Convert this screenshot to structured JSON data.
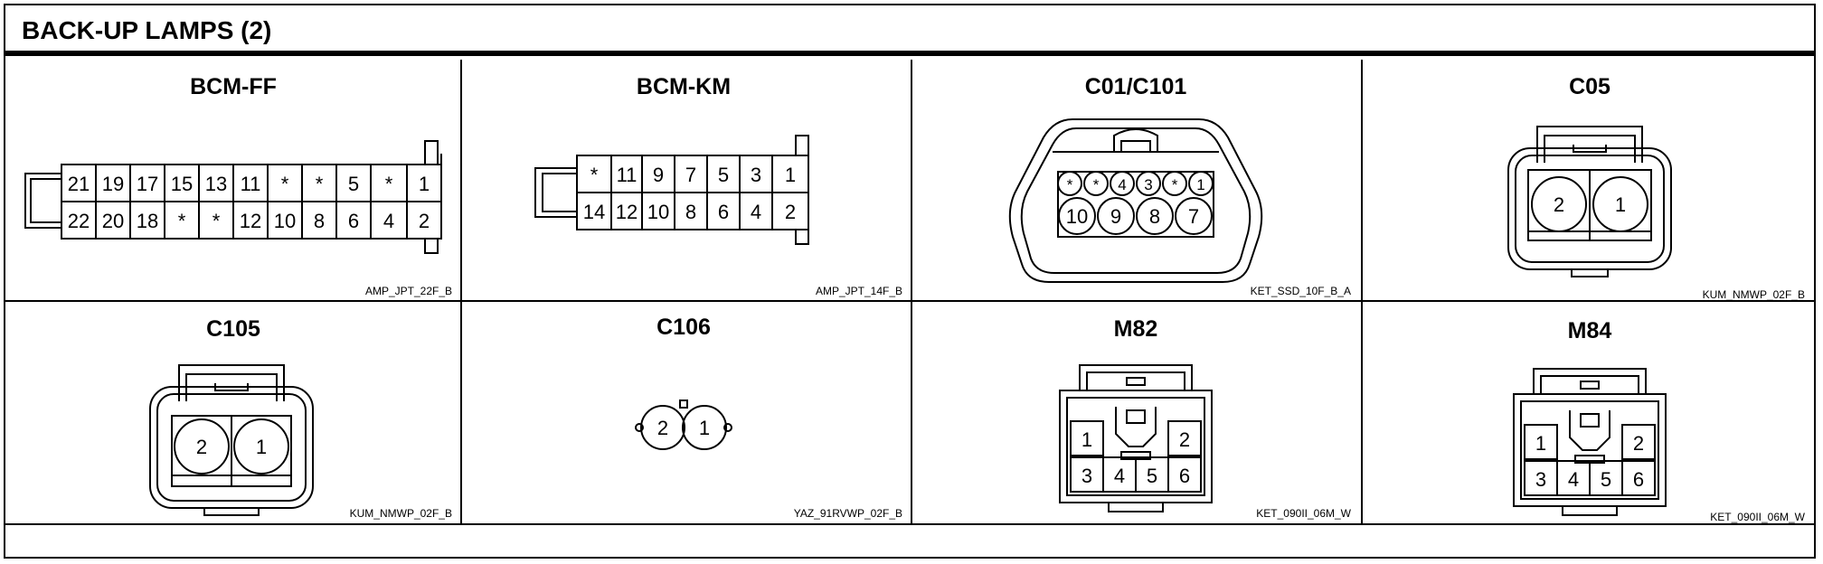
{
  "title": "BACK-UP LAMPS (2)",
  "connectors": [
    {
      "name": "BCM-FF",
      "code": "AMP_JPT_22F_B",
      "top_row": [
        "21",
        "19",
        "17",
        "15",
        "13",
        "11",
        "*",
        "*",
        "5",
        "*",
        "1"
      ],
      "bottom_row": [
        "22",
        "20",
        "18",
        "*",
        "*",
        "12",
        "10",
        "8",
        "6",
        "4",
        "2"
      ]
    },
    {
      "name": "BCM-KM",
      "code": "AMP_JPT_14F_B",
      "top_row": [
        "*",
        "11",
        "9",
        "7",
        "5",
        "3",
        "1"
      ],
      "bottom_row": [
        "14",
        "12",
        "10",
        "8",
        "6",
        "4",
        "2"
      ]
    },
    {
      "name": "C01/C101",
      "code": "KET_SSD_10F_B_A",
      "top_row": [
        "*",
        "*",
        "4",
        "3",
        "*",
        "1"
      ],
      "bottom_row": [
        "10",
        "9",
        "8",
        "7"
      ]
    },
    {
      "name": "C05",
      "code": "KUM_NMWP_02F_B",
      "pins": [
        "2",
        "1"
      ]
    },
    {
      "name": "C105",
      "code": "KUM_NMWP_02F_B",
      "pins": [
        "2",
        "1"
      ]
    },
    {
      "name": "C106",
      "code": "YAZ_91RVWP_02F_B",
      "pins": [
        "2",
        "1"
      ]
    },
    {
      "name": "M82",
      "code": "KET_090II_06M_W",
      "top_row": [
        "1",
        "2"
      ],
      "bottom_row": [
        "3",
        "4",
        "5",
        "6"
      ]
    },
    {
      "name": "M84",
      "code": "KET_090II_06M_W",
      "top_row": [
        "1",
        "2"
      ],
      "bottom_row": [
        "3",
        "4",
        "5",
        "6"
      ]
    }
  ]
}
